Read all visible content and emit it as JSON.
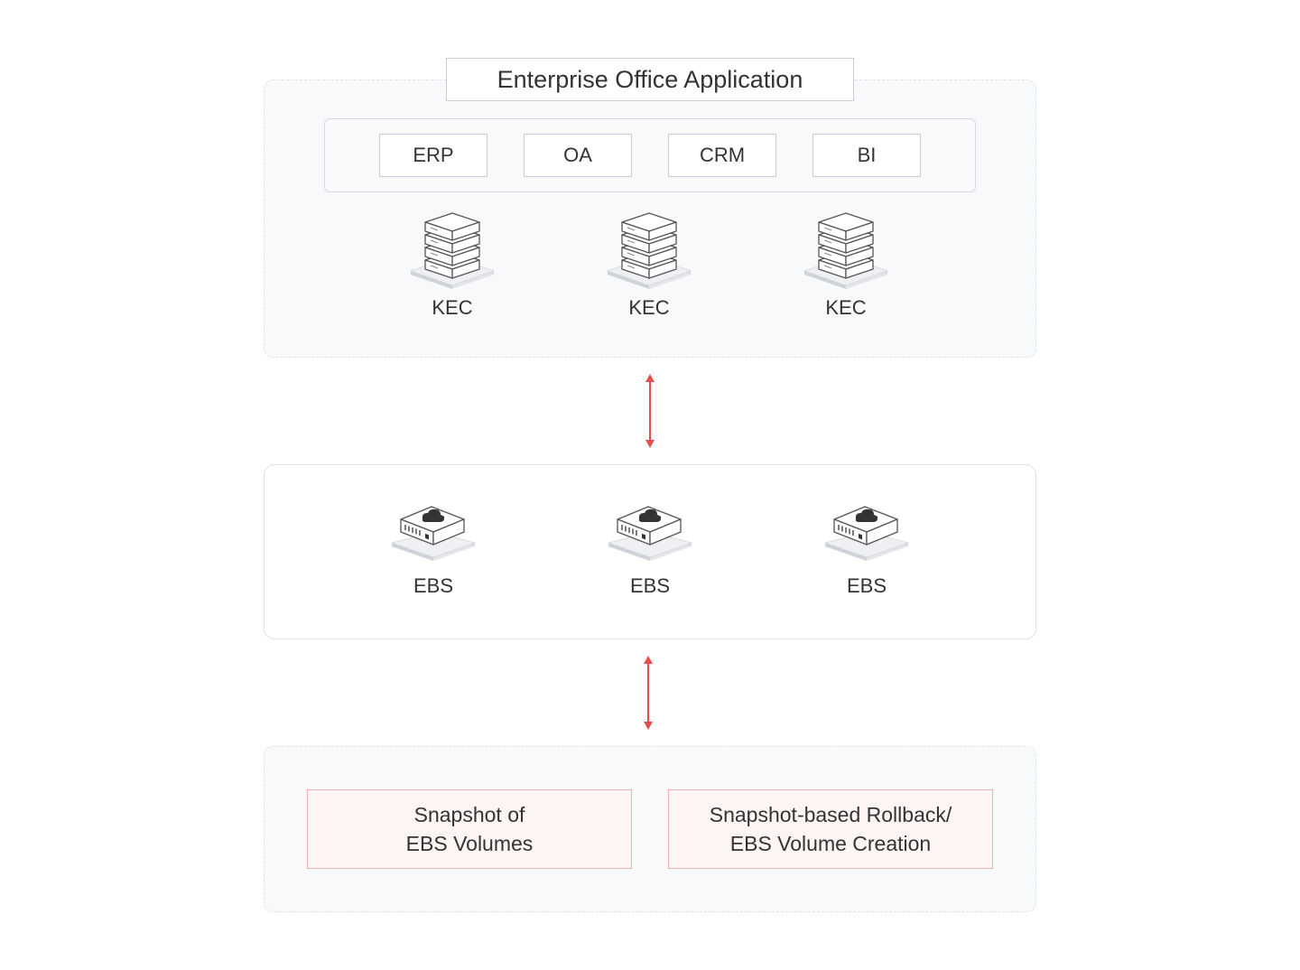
{
  "app_region": {
    "title": "Enterprise Office Application",
    "modules": [
      "ERP",
      "OA",
      "CRM",
      "BI"
    ],
    "servers": [
      {
        "label": "KEC",
        "icon": "server-stack-icon"
      },
      {
        "label": "KEC",
        "icon": "server-stack-icon"
      },
      {
        "label": "KEC",
        "icon": "server-stack-icon"
      }
    ]
  },
  "ebs_region": {
    "volumes": [
      {
        "label": "EBS",
        "icon": "cloud-storage-icon"
      },
      {
        "label": "EBS",
        "icon": "cloud-storage-icon"
      },
      {
        "label": "EBS",
        "icon": "cloud-storage-icon"
      }
    ]
  },
  "snapshot_region": {
    "snapshot_box": {
      "line1": "Snapshot of",
      "line2": "EBS Volumes"
    },
    "rollback_box": {
      "line1": "Snapshot-based Rollback/",
      "line2": "EBS Volume Creation"
    }
  },
  "colors": {
    "arrow": "#e84c4c",
    "border": "#c9ccd3",
    "region_bg": "#f8f9fb",
    "snapshot_bg": "#fdf4f4",
    "snapshot_border": "#e8b3b3"
  }
}
